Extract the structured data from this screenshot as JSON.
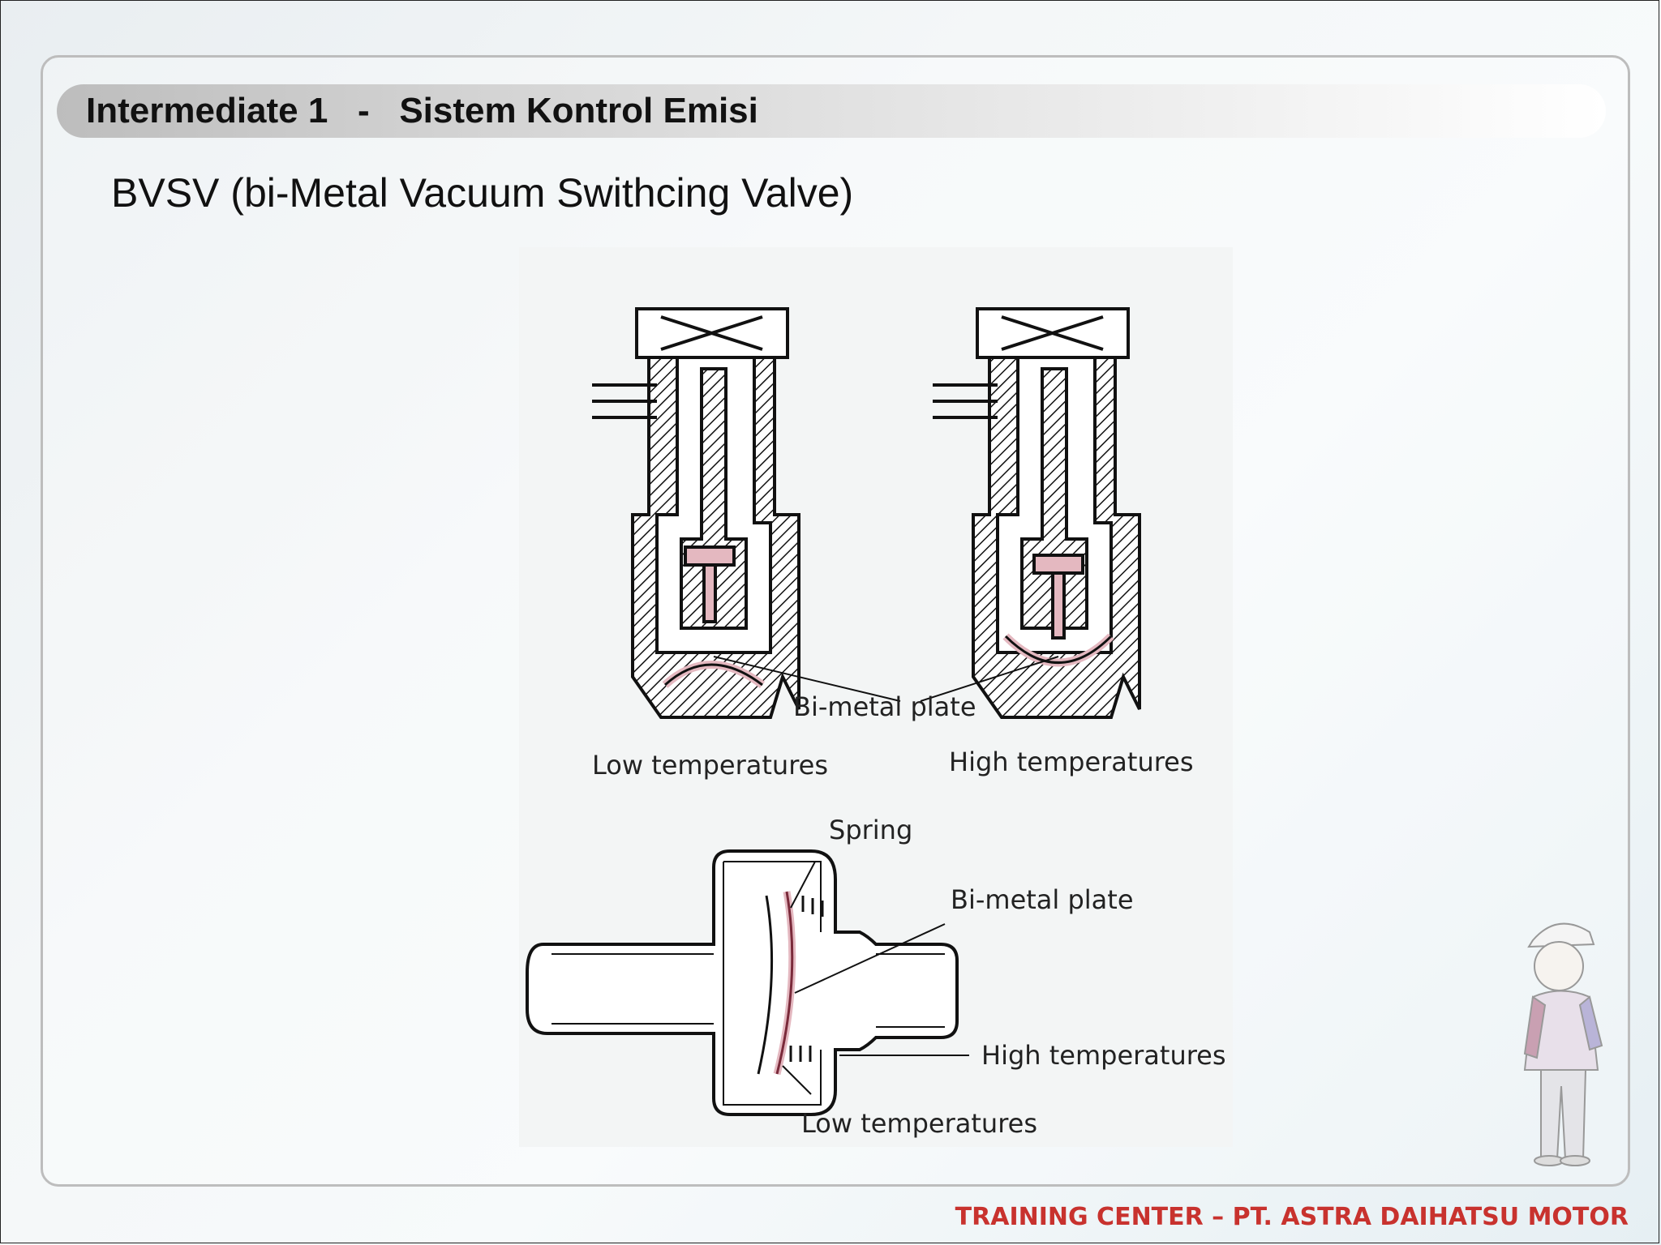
{
  "header": {
    "title": "Intermediate 1   -   Sistem Kontrol Emisi"
  },
  "slide": {
    "subtitle": "BVSV (bi-Metal Vacuum Swithcing Valve)"
  },
  "figure": {
    "labels": {
      "bimetal_plate_top": "Bi-metal plate",
      "low_temperatures_top": "Low temperatures",
      "high_temperatures_top": "High temperatures",
      "spring": "Spring",
      "bimetal_plate_bottom": "Bi-metal plate",
      "high_temperatures_bottom": "High temperatures",
      "low_temperatures_bottom": "Low temperatures"
    }
  },
  "footer": {
    "text": "TRAINING CENTER – PT. ASTRA DAIHATSU MOTOR"
  },
  "colors": {
    "footer_red": "#c8322e",
    "plate_pink": "#e4b8c0",
    "header_gray": "#bdbdbd"
  }
}
